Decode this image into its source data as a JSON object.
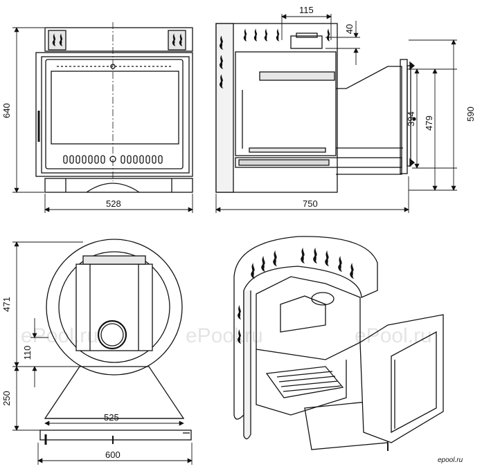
{
  "dimensions": {
    "front_width": "528",
    "front_height": "640",
    "side_width": "750",
    "side_top_offset": "115",
    "side_top_gap": "40",
    "side_h1": "394",
    "side_h2": "479",
    "side_h3": "590",
    "top_radius": "471",
    "top_small": "110",
    "top_base_depth": "250",
    "top_inner_width": "525",
    "top_total_width": "600"
  },
  "watermarks": [
    "ePool.ru",
    "ePool.ru",
    "ePool.ru"
  ],
  "brand": "epool.ru",
  "colors": {
    "line": "#111111",
    "fill": "#ffffff",
    "shade": "#d9d9d9"
  }
}
